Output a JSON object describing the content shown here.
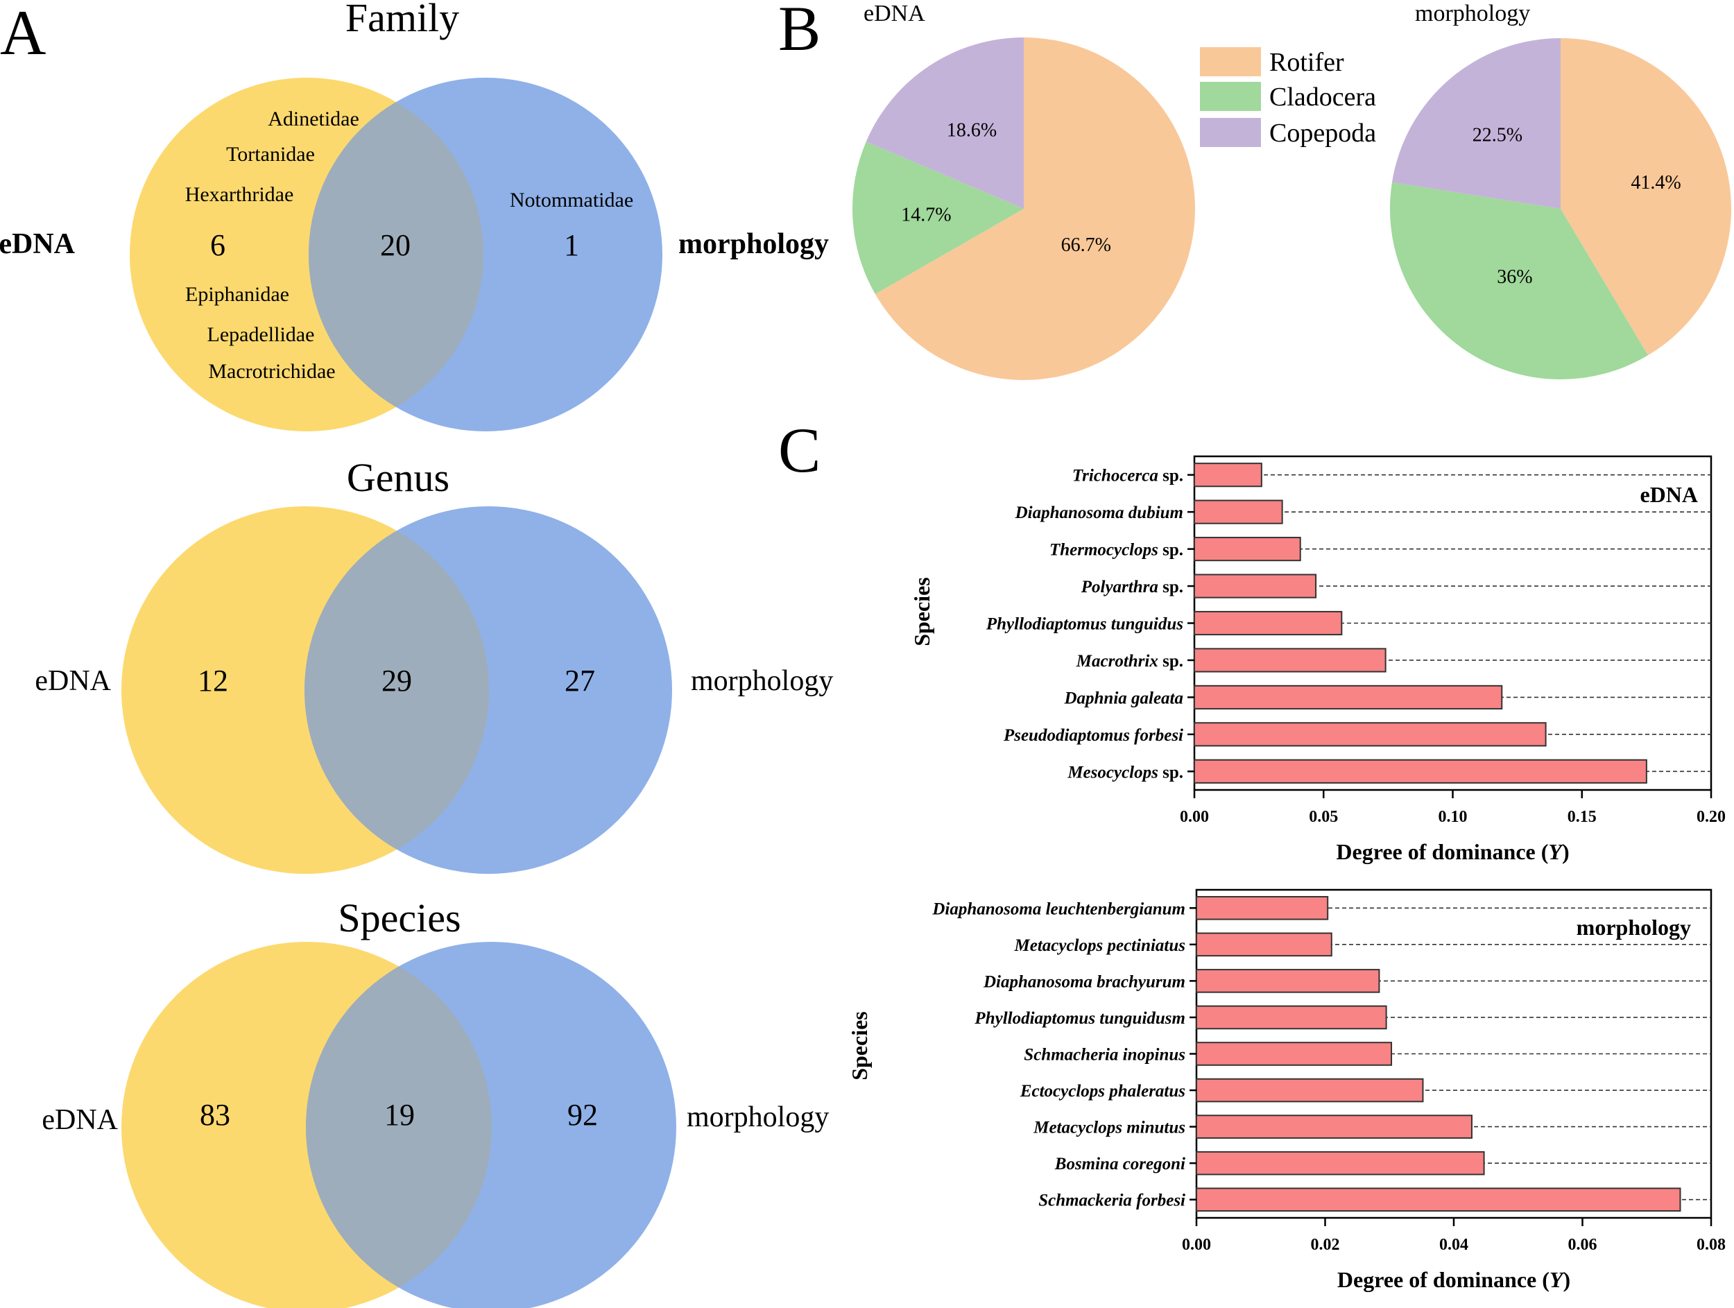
{
  "panels": {
    "A": "A",
    "B": "B",
    "C": "C"
  },
  "colors": {
    "edna": "#fcd96f",
    "morphology": "#8fb1e8",
    "overlap": "#9eadbb",
    "rotifer": "#f9c899",
    "cladocera": "#a0d99b",
    "copepoda": "#c4b3d9",
    "bar": "#f88485"
  },
  "venn": [
    {
      "title": "Family",
      "left_label": "eDNA",
      "right_label": "morphology",
      "left_count": "6",
      "overlap_count": "20",
      "right_count": "1",
      "left_families": [
        "Adinetidae",
        "Tortanidae",
        "Hexarthridae",
        "Epiphanidae",
        "Lepadellidae",
        "Macrotrichidae"
      ],
      "right_families": [
        "Notommatidae"
      ]
    },
    {
      "title": "Genus",
      "left_label": "eDNA",
      "right_label": "morphology",
      "left_count": "12",
      "overlap_count": "29",
      "right_count": "27"
    },
    {
      "title": "Species",
      "left_label": "eDNA",
      "right_label": "morphology",
      "left_count": "83",
      "overlap_count": "19",
      "right_count": "92"
    }
  ],
  "legend": [
    "Rotifer",
    "Cladocera",
    "Copepoda"
  ],
  "chart_data": [
    {
      "type": "pie",
      "title": "eDNA",
      "categories": [
        "Rotifer",
        "Cladocera",
        "Copepoda"
      ],
      "values": [
        66.7,
        14.7,
        18.6
      ],
      "labels": [
        "66.7%",
        "14.7%",
        "18.6%"
      ]
    },
    {
      "type": "pie",
      "title": "morphology",
      "categories": [
        "Rotifer",
        "Cladocera",
        "Copepoda"
      ],
      "values": [
        41.4,
        36,
        22.5
      ],
      "labels": [
        "41.4%",
        "36%",
        "22.5%"
      ]
    },
    {
      "type": "bar",
      "orientation": "horizontal",
      "title": "eDNA",
      "xlabel": "Degree of dominance (Y)",
      "xlabel_prefix": "Degree of dominance (",
      "xlabel_var": "Y",
      "xlabel_suffix": ")",
      "ylabel": "Species",
      "xlim": [
        0,
        0.2
      ],
      "xticks": [
        "0.00",
        "0.05",
        "0.10",
        "0.15",
        "0.20"
      ],
      "categories": [
        {
          "name": "Trichocerca",
          "suffix": " sp."
        },
        {
          "name": "Diaphanosoma dubium",
          "suffix": ""
        },
        {
          "name": "Thermocyclops",
          "suffix": " sp."
        },
        {
          "name": "Polyarthra",
          "suffix": " sp."
        },
        {
          "name": "Phyllodiaptomus tunguidus",
          "suffix": ""
        },
        {
          "name": "Macrothrix",
          "suffix": " sp."
        },
        {
          "name": "Daphnia galeata",
          "suffix": ""
        },
        {
          "name": "Pseudodiaptomus forbesi",
          "suffix": ""
        },
        {
          "name": "Mesocyclops",
          "suffix": " sp."
        }
      ],
      "values": [
        0.026,
        0.034,
        0.041,
        0.047,
        0.057,
        0.074,
        0.119,
        0.136,
        0.175
      ]
    },
    {
      "type": "bar",
      "orientation": "horizontal",
      "title": "morphology",
      "xlabel": "Degree of dominance (Y)",
      "xlabel_prefix": "Degree of dominance (",
      "xlabel_var": "Y",
      "xlabel_suffix": ")",
      "ylabel": "Species",
      "xlim": [
        0,
        0.08
      ],
      "xticks": [
        "0.00",
        "0.02",
        "0.04",
        "0.06",
        "0.08"
      ],
      "categories": [
        {
          "name": "Diaphanosoma leuchtenbergianum",
          "suffix": ""
        },
        {
          "name": "Metacyclops pectiniatus",
          "suffix": ""
        },
        {
          "name": "Diaphanosoma brachyurum",
          "suffix": ""
        },
        {
          "name": "Phyllodiaptomus tunguidusm",
          "suffix": ""
        },
        {
          "name": "Schmacheria inopinus",
          "suffix": ""
        },
        {
          "name": "Ectocyclops phaleratus",
          "suffix": ""
        },
        {
          "name": "Metacyclops minutus",
          "suffix": ""
        },
        {
          "name": "Bosmina coregoni",
          "suffix": ""
        },
        {
          "name": "Schmackeria forbesi",
          "suffix": ""
        }
      ],
      "values": [
        0.0204,
        0.021,
        0.0284,
        0.0295,
        0.0303,
        0.0352,
        0.0428,
        0.0447,
        0.0752
      ]
    }
  ]
}
